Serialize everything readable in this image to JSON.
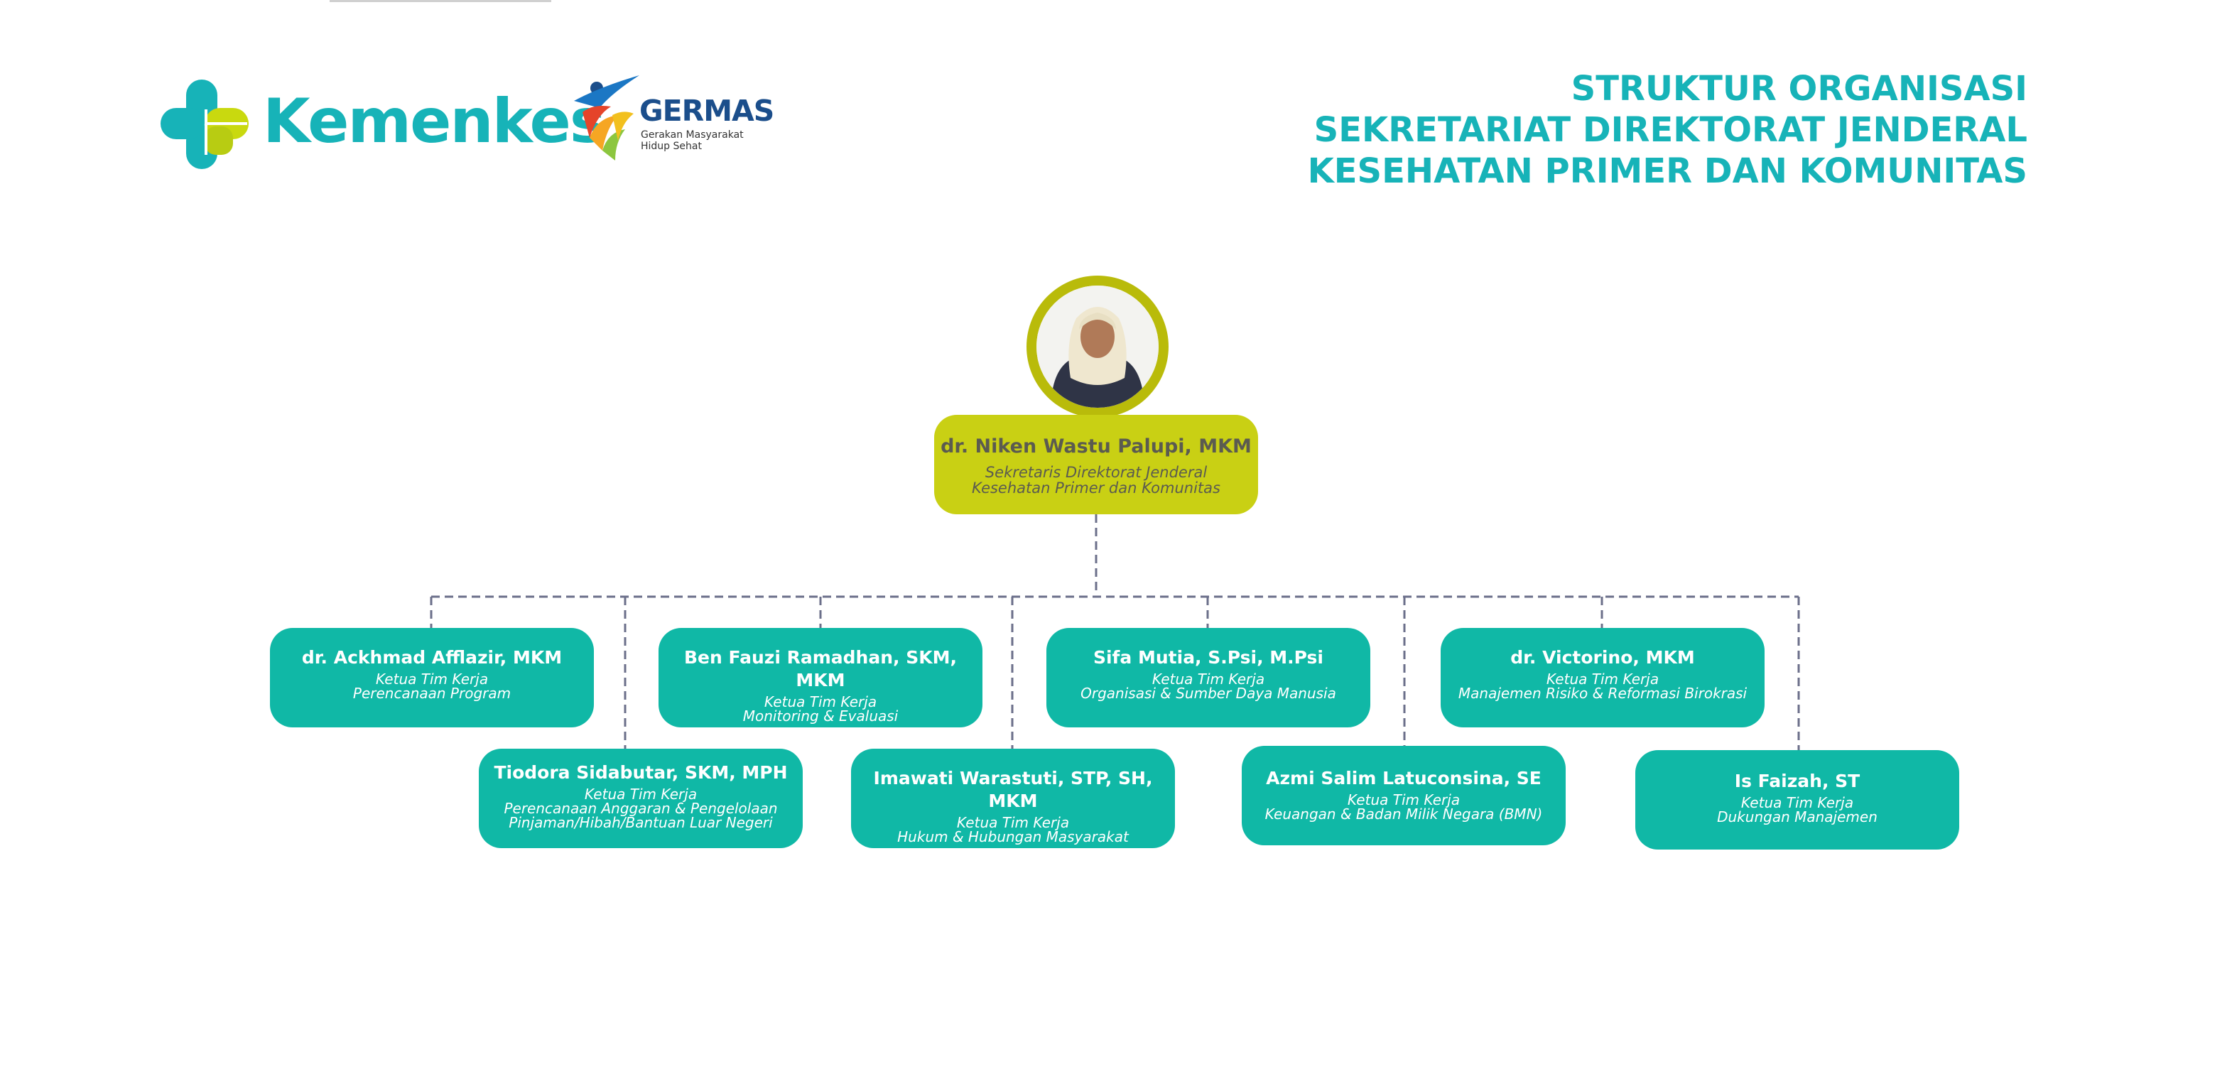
{
  "logos": {
    "kemenkes_text": "Kemenkes",
    "germas_title": "GERMAS",
    "germas_subtitle": "Gerakan Masyarakat Hidup Sehat"
  },
  "title": {
    "line1": "STRUKTUR ORGANISASI",
    "line2": "SEKRETARIAT DIREKTORAT JENDERAL",
    "line3": "KESEHATAN PRIMER DAN KOMUNITAS"
  },
  "head": {
    "name": "dr. Niken Wastu Palupi, MKM",
    "role_line1": "Sekretaris Direktorat Jenderal",
    "role_line2": "Kesehatan Primer dan Komunitas"
  },
  "members": [
    {
      "name": "dr. Ackhmad Afflazir, MKM",
      "role": "Ketua Tim Kerja",
      "unit": [
        "Perencanaan Program"
      ]
    },
    {
      "name": "Tiodora Sidabutar, SKM, MPH",
      "role": "Ketua Tim Kerja",
      "unit": [
        "Perencanaan Anggaran & Pengelolaan",
        "Pinjaman/Hibah/Bantuan Luar Negeri"
      ]
    },
    {
      "name": "Ben Fauzi Ramadhan, SKM, MKM",
      "role": "Ketua Tim Kerja",
      "unit": [
        "Monitoring & Evaluasi"
      ]
    },
    {
      "name": "Imawati Warastuti, STP, SH, MKM",
      "role": "Ketua Tim Kerja",
      "unit": [
        "Hukum & Hubungan Masyarakat"
      ]
    },
    {
      "name": "Sifa Mutia, S.Psi, M.Psi",
      "role": "Ketua Tim Kerja",
      "unit": [
        "Organisasi & Sumber Daya Manusia"
      ]
    },
    {
      "name": "Azmi Salim Latuconsina, SE",
      "role": "Ketua Tim Kerja",
      "unit": [
        "Keuangan & Badan Milik Negara (BMN)"
      ]
    },
    {
      "name": "dr. Victorino, MKM",
      "role": "Ketua Tim Kerja",
      "unit": [
        "Manajemen Risiko & Reformasi Birokrasi"
      ]
    },
    {
      "name": "Is Faizah, ST",
      "role": "Ketua Tim Kerja",
      "unit": [
        "Dukungan Manajemen"
      ]
    }
  ],
  "colors": {
    "accent_teal": "#17b3b8",
    "node_teal": "#10b8a6",
    "head_lime": "#c9d014",
    "connector": "#6b6f8a"
  },
  "icons": {
    "kemenkes_logo": "kemenkes-logo-icon",
    "germas_logo": "germas-logo-icon",
    "head_photo": "person-photo-icon"
  }
}
